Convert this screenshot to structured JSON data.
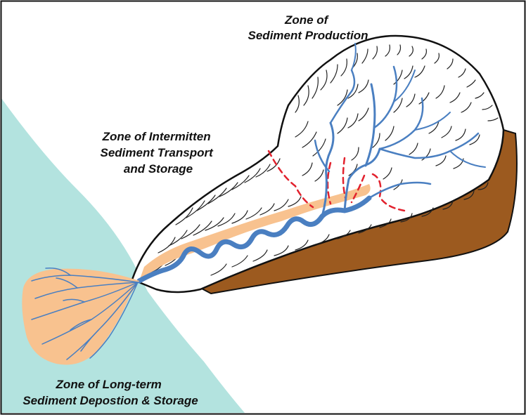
{
  "labels": {
    "production": [
      "Zone of",
      "Sediment Production"
    ],
    "transport": [
      "Zone of Intermitten",
      "Sediment Transport",
      "and Storage"
    ],
    "deposition": [
      "Zone of Long-term",
      "Sediment Depostion & Storage"
    ]
  },
  "colors": {
    "sea": "#b3e3df",
    "soil": "#9c5a1f",
    "deposit": "#f8c28f",
    "river": "#4a7fc1",
    "storage_boundary": "#e2222e",
    "outline": "#111111",
    "frame": "#111111"
  }
}
